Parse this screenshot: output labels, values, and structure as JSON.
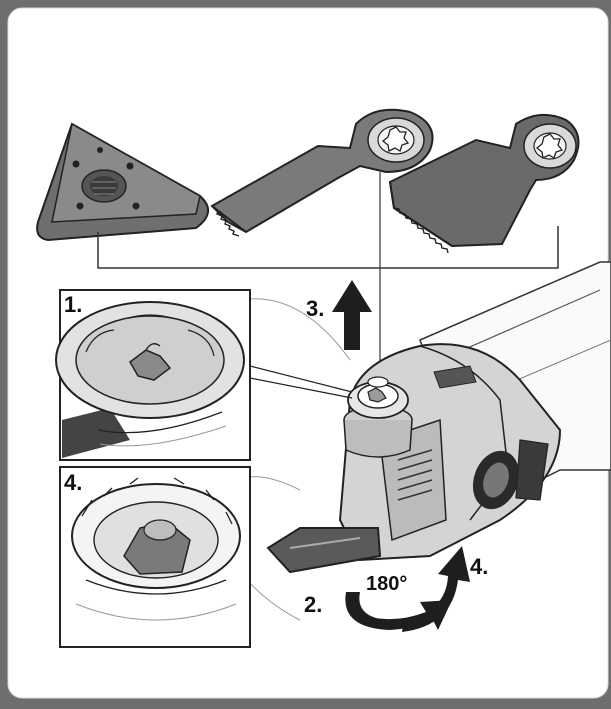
{
  "steps": {
    "one": "1.",
    "two": "2.",
    "three": "3.",
    "four": "4."
  },
  "rotation": "180°",
  "colors": {
    "frame": "#6e6e6e",
    "panel": "#ffffff",
    "metal": "#8a8a8a",
    "dark": "#3a3a3a",
    "line": "#222222"
  }
}
